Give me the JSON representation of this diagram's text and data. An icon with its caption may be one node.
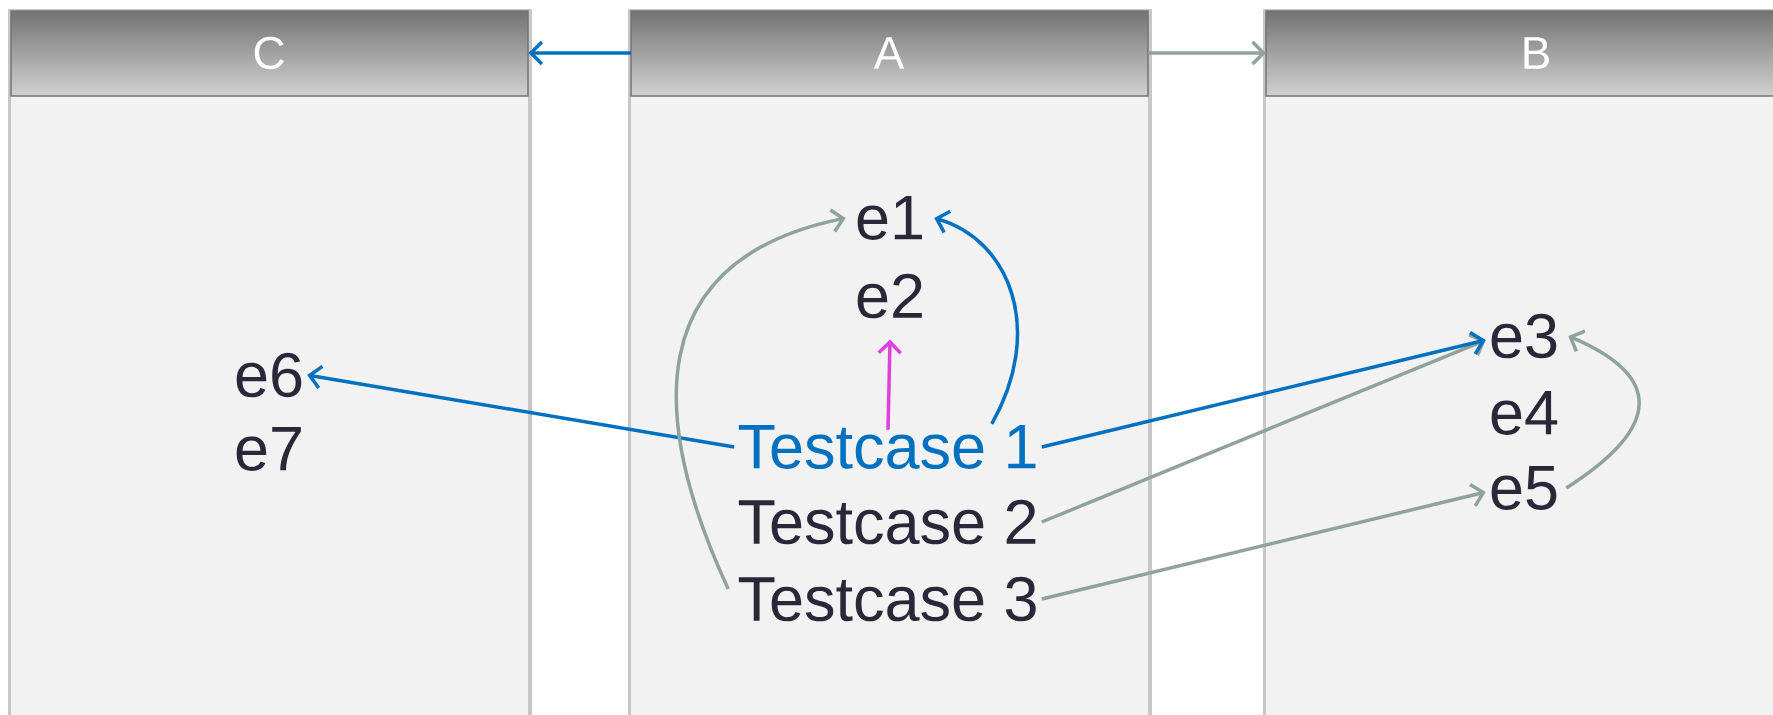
{
  "diagram": {
    "nodes": [
      {
        "text": [
          "C"
        ]
      },
      {
        "text": [
          "A"
        ]
      },
      {
        "text": [
          "B"
        ]
      },
      {
        "text": [
          "e6"
        ],
        "in": 0
      },
      {
        "text": [
          "e7"
        ],
        "in": 0
      },
      {
        "text": [
          "e1"
        ],
        "in": 1
      },
      {
        "text": [
          "e2"
        ],
        "in": 1
      },
      {
        "text": [
          "Testcase 1"
        ],
        "in": 1
      },
      {
        "text": [
          "Testcase 2"
        ],
        "in": 1
      },
      {
        "text": [
          "Testcase 3"
        ],
        "in": 1
      },
      {
        "text": [
          "e3"
        ],
        "in": 2
      },
      {
        "text": [
          "e4"
        ],
        "in": 2
      },
      {
        "text": [
          "e5"
        ],
        "in": 2
      }
    ],
    "edges": [
      {
        "from": 1,
        "to": 0,
        "arrow": "to",
        "color": "#0070c0"
      },
      {
        "from": 1,
        "to": 2,
        "arrow": "to"
      },
      {
        "from": 7,
        "to": 3,
        "arrow": "to",
        "color": "#0070c0"
      },
      {
        "from": 7,
        "to": 5,
        "arrow": "to",
        "color": "#0070c0"
      },
      {
        "from": 7,
        "to": 6,
        "arrow": "to",
        "color": "#e040e0"
      },
      {
        "from": 8,
        "to": 10,
        "arrow": "to"
      },
      {
        "from": 9,
        "to": 5,
        "arrow": "to"
      },
      {
        "from": 9,
        "to": 12,
        "arrow": "to"
      },
      {
        "from": 12,
        "to": 10,
        "arrow": "to"
      },
      {
        "from": 7,
        "to": 10,
        "arrow": "to",
        "color": "#0070c0"
      }
    ]
  }
}
